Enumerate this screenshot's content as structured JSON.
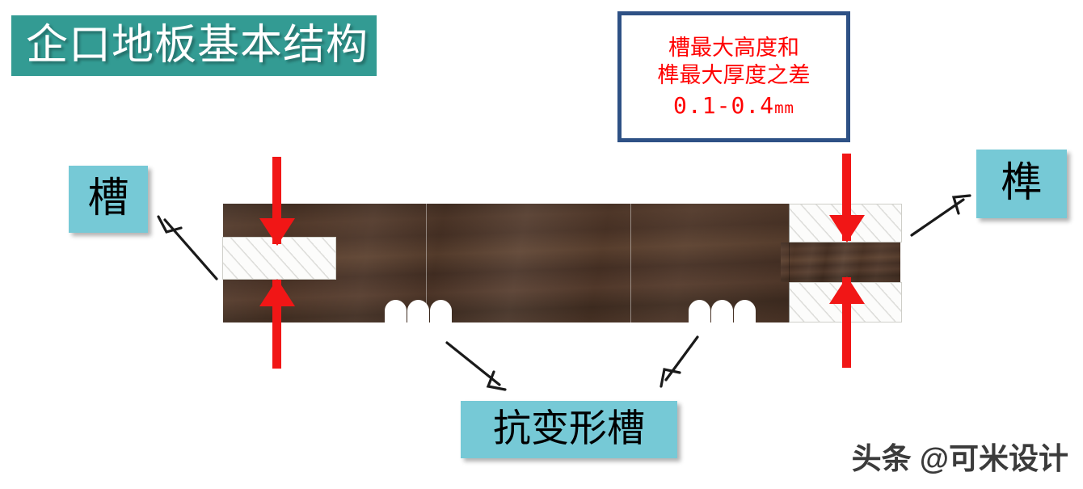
{
  "title": {
    "text": "企口地板基本结构",
    "background_color": "#339b93",
    "text_color": "#ffffff"
  },
  "callout": {
    "line1": "槽最大高度和",
    "line2": "榫最大厚度之差",
    "value": "0.1-0.4",
    "unit": "mm",
    "text_color": "#ff0000",
    "border_color": "#2e5185"
  },
  "labels": {
    "groove": "槽",
    "tenon": "榫",
    "anti_deform": "抗变形槽",
    "background_color": "#76c9d6"
  },
  "diagram": {
    "arrow_color": "#f11616",
    "wood_color": "#4a3426",
    "cutaway_color": "#e9e9e7",
    "pointer_color": "#1a1a1a",
    "notch_count_left": 3,
    "notch_count_right": 3
  },
  "watermark": {
    "text": "头条 @可米设计"
  }
}
